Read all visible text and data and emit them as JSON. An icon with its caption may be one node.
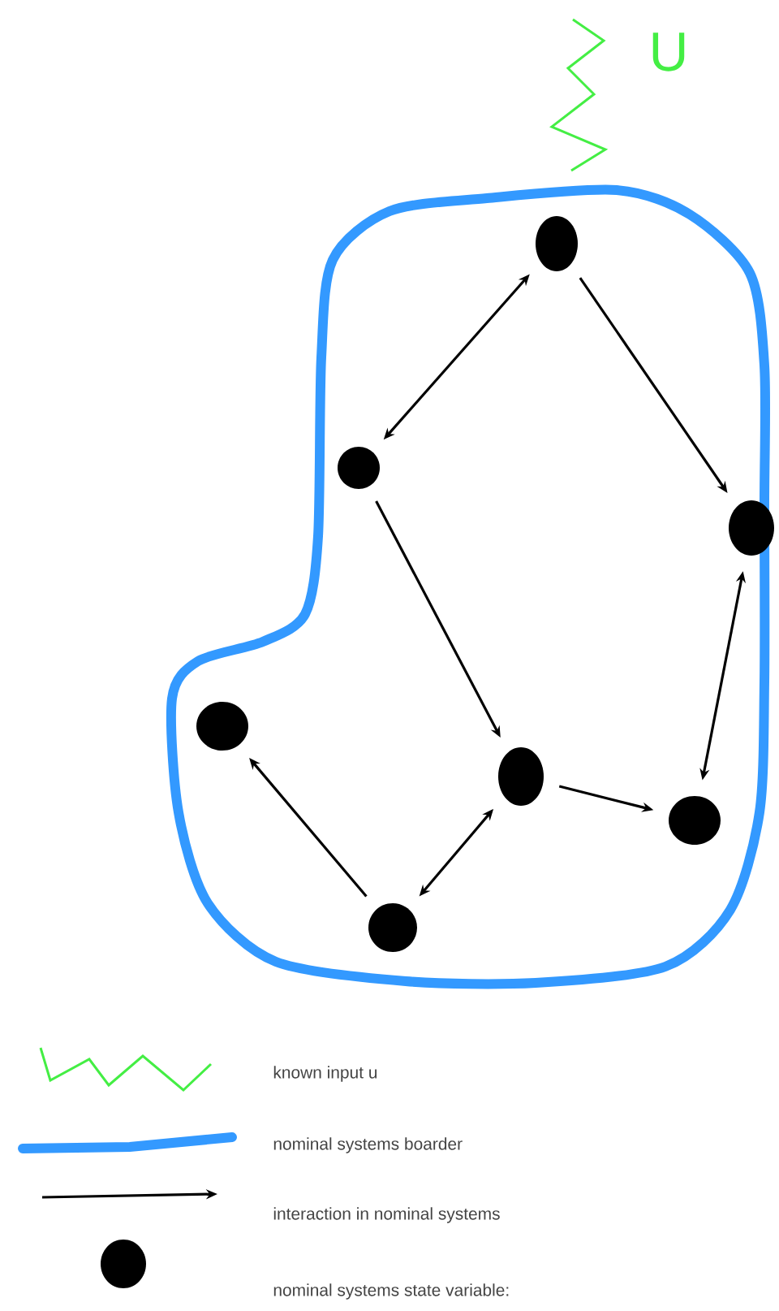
{
  "diagram": {
    "nodes": [
      {
        "text": [],
        "shape": "cloud"
      },
      {
        "text": [],
        "shape": "circle",
        "in": 0
      },
      {
        "text": [],
        "shape": "circle",
        "in": 0
      },
      {
        "text": [],
        "shape": "circle",
        "in": 0
      },
      {
        "text": [],
        "shape": "circle",
        "in": 0
      },
      {
        "text": [],
        "shape": "circle",
        "in": 0
      },
      {
        "text": [],
        "shape": "circle",
        "in": 0
      },
      {
        "text": [],
        "shape": "circle",
        "in": 0
      }
    ],
    "edges": [
      {
        "from": 1,
        "to": 2,
        "arrow": "both"
      },
      {
        "from": 1,
        "to": 3,
        "arrow": "to"
      },
      {
        "from": 2,
        "to": 5,
        "arrow": "to"
      },
      {
        "from": 3,
        "to": 6,
        "arrow": "both"
      },
      {
        "from": 5,
        "to": 6,
        "arrow": "to"
      },
      {
        "from": 7,
        "to": 4,
        "arrow": "to"
      },
      {
        "from": 7,
        "to": 5,
        "arrow": "both"
      }
    ],
    "labels": [
      "U"
    ],
    "legend": [
      {
        "text": "known input u"
      },
      {
        "text": "nominal systems boarder"
      },
      {
        "text": "interaction in nominal systems"
      },
      {
        "text": "nominal systems state variable:"
      }
    ]
  }
}
